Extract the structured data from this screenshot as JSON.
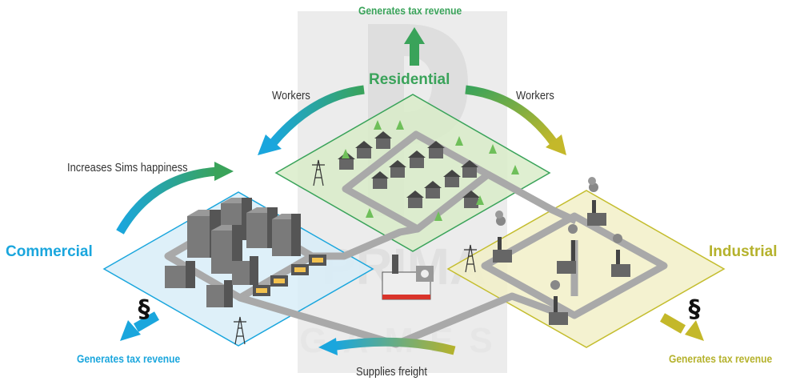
{
  "labels": {
    "residential": "Residential",
    "commercial": "Commercial",
    "industrial": "Industrial",
    "tax_top": "Generates tax revenue",
    "tax_commercial": "Generates tax revenue",
    "tax_industrial": "Generates tax revenue",
    "workers_left": "Workers",
    "workers_right": "Workers",
    "happiness": "Increases Sims happiness",
    "freight": "Supplies freight",
    "simoleon_symbol": "§"
  },
  "watermark": {
    "brand": "PRIMA",
    "sub": "GAMES"
  },
  "colors": {
    "residential": "#3aa35a",
    "commercial": "#1aa6dd",
    "industrial": "#b5b22c",
    "road": "#a9a9a9",
    "watermark": "#e4e4e4"
  }
}
